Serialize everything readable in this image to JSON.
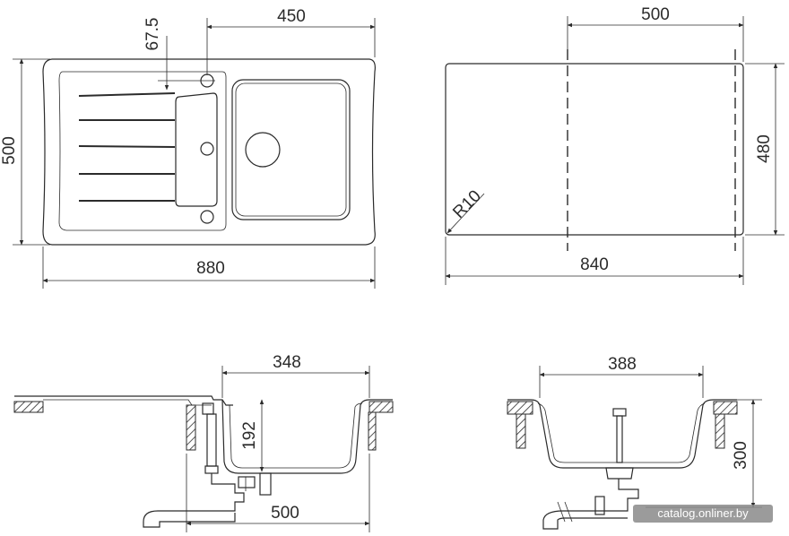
{
  "diagram": {
    "top_view": {
      "width_label": "880",
      "depth_label": "500",
      "bowl_offset_label": "450",
      "tap_hole_label": "67.5"
    },
    "cutout_view": {
      "width_label": "840",
      "depth_label": "480",
      "inner_label": "500",
      "radius_label": "R10"
    },
    "long_section": {
      "bowl_width_label": "348",
      "bowl_depth_label": "192",
      "drain_offset_label": "500"
    },
    "cross_section": {
      "bowl_width_label": "388",
      "height_label": "300"
    }
  },
  "watermark": "catalog.onliner.by"
}
